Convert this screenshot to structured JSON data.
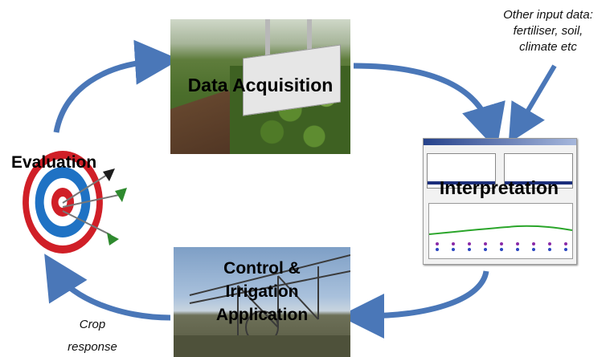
{
  "stages": {
    "acquisition": "Data Acquisition",
    "interpretation": "Interpretation",
    "control": [
      "Control &",
      "Irrigation",
      "Application"
    ],
    "evaluation": "Evaluation"
  },
  "notes": {
    "input_lines": [
      "Other input data:",
      "fertiliser, soil,",
      "climate etc"
    ],
    "crop_lines": [
      "Crop",
      "response"
    ]
  },
  "colors": {
    "arrow": "#4a77b8",
    "arrow_edge": "#2f5894"
  },
  "icons": [
    "target-icon",
    "dart-icon",
    "sensor-machine-icon",
    "software-screenshot-icon",
    "irrigation-pivot-icon"
  ]
}
